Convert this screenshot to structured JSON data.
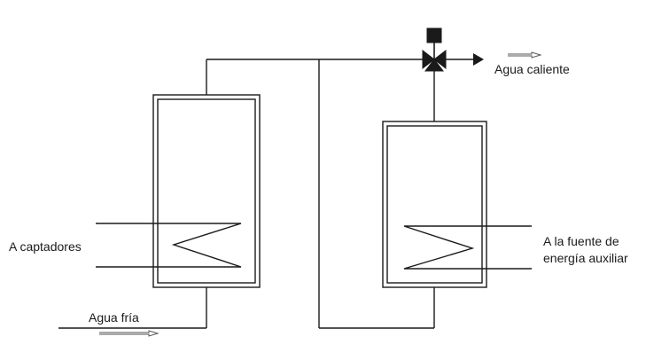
{
  "labels": {
    "hot_water": "Agua caliente",
    "collectors": "A captadores",
    "cold_water": "Agua fría",
    "aux_energy_line1": "A la fuente de",
    "aux_energy_line2": "energía auxiliar"
  },
  "colors": {
    "line": "#1a1a1a",
    "fill": "#ffffff"
  }
}
